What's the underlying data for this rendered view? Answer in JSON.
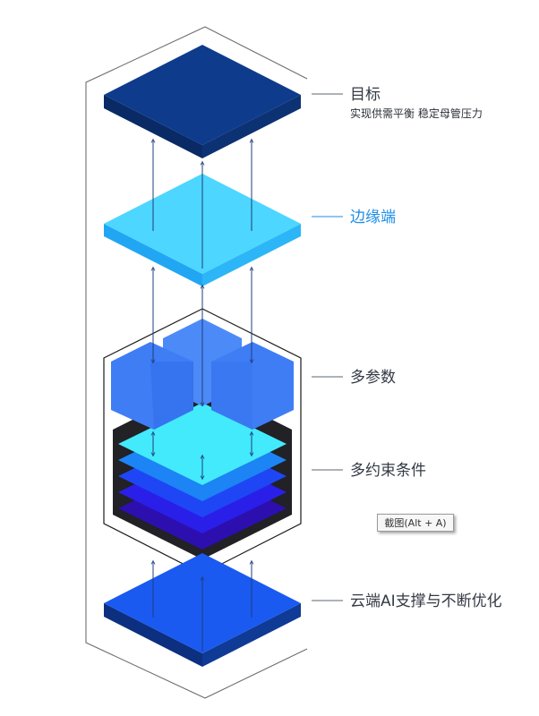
{
  "diagram": {
    "layers": [
      {
        "title": "目标",
        "subtitle": "实现供需平衡 稳定母管压力"
      },
      {
        "title": "边缘端"
      },
      {
        "title": "多参数"
      },
      {
        "title": "多约束条件"
      },
      {
        "title": "云端AI支撑与不断优化"
      }
    ]
  },
  "tooltip": {
    "text": "截图(Alt + A)"
  },
  "colors": {
    "navy_top": "#0e3b8c",
    "navy_side": "#0a2a66",
    "cyan_top": "#4dd6ff",
    "cyan_side": "#21a6f3",
    "cube_blue": "#3f7df5",
    "stack_cyan": "#43eafc",
    "stack_black": "#212126",
    "cloud_top": "#1a5af0",
    "cloud_side": "#0c2f80",
    "label_text": "#333a44",
    "accent_label": "#1e8de6",
    "line": "#5c6470",
    "arrow": "#1f3f7a"
  }
}
